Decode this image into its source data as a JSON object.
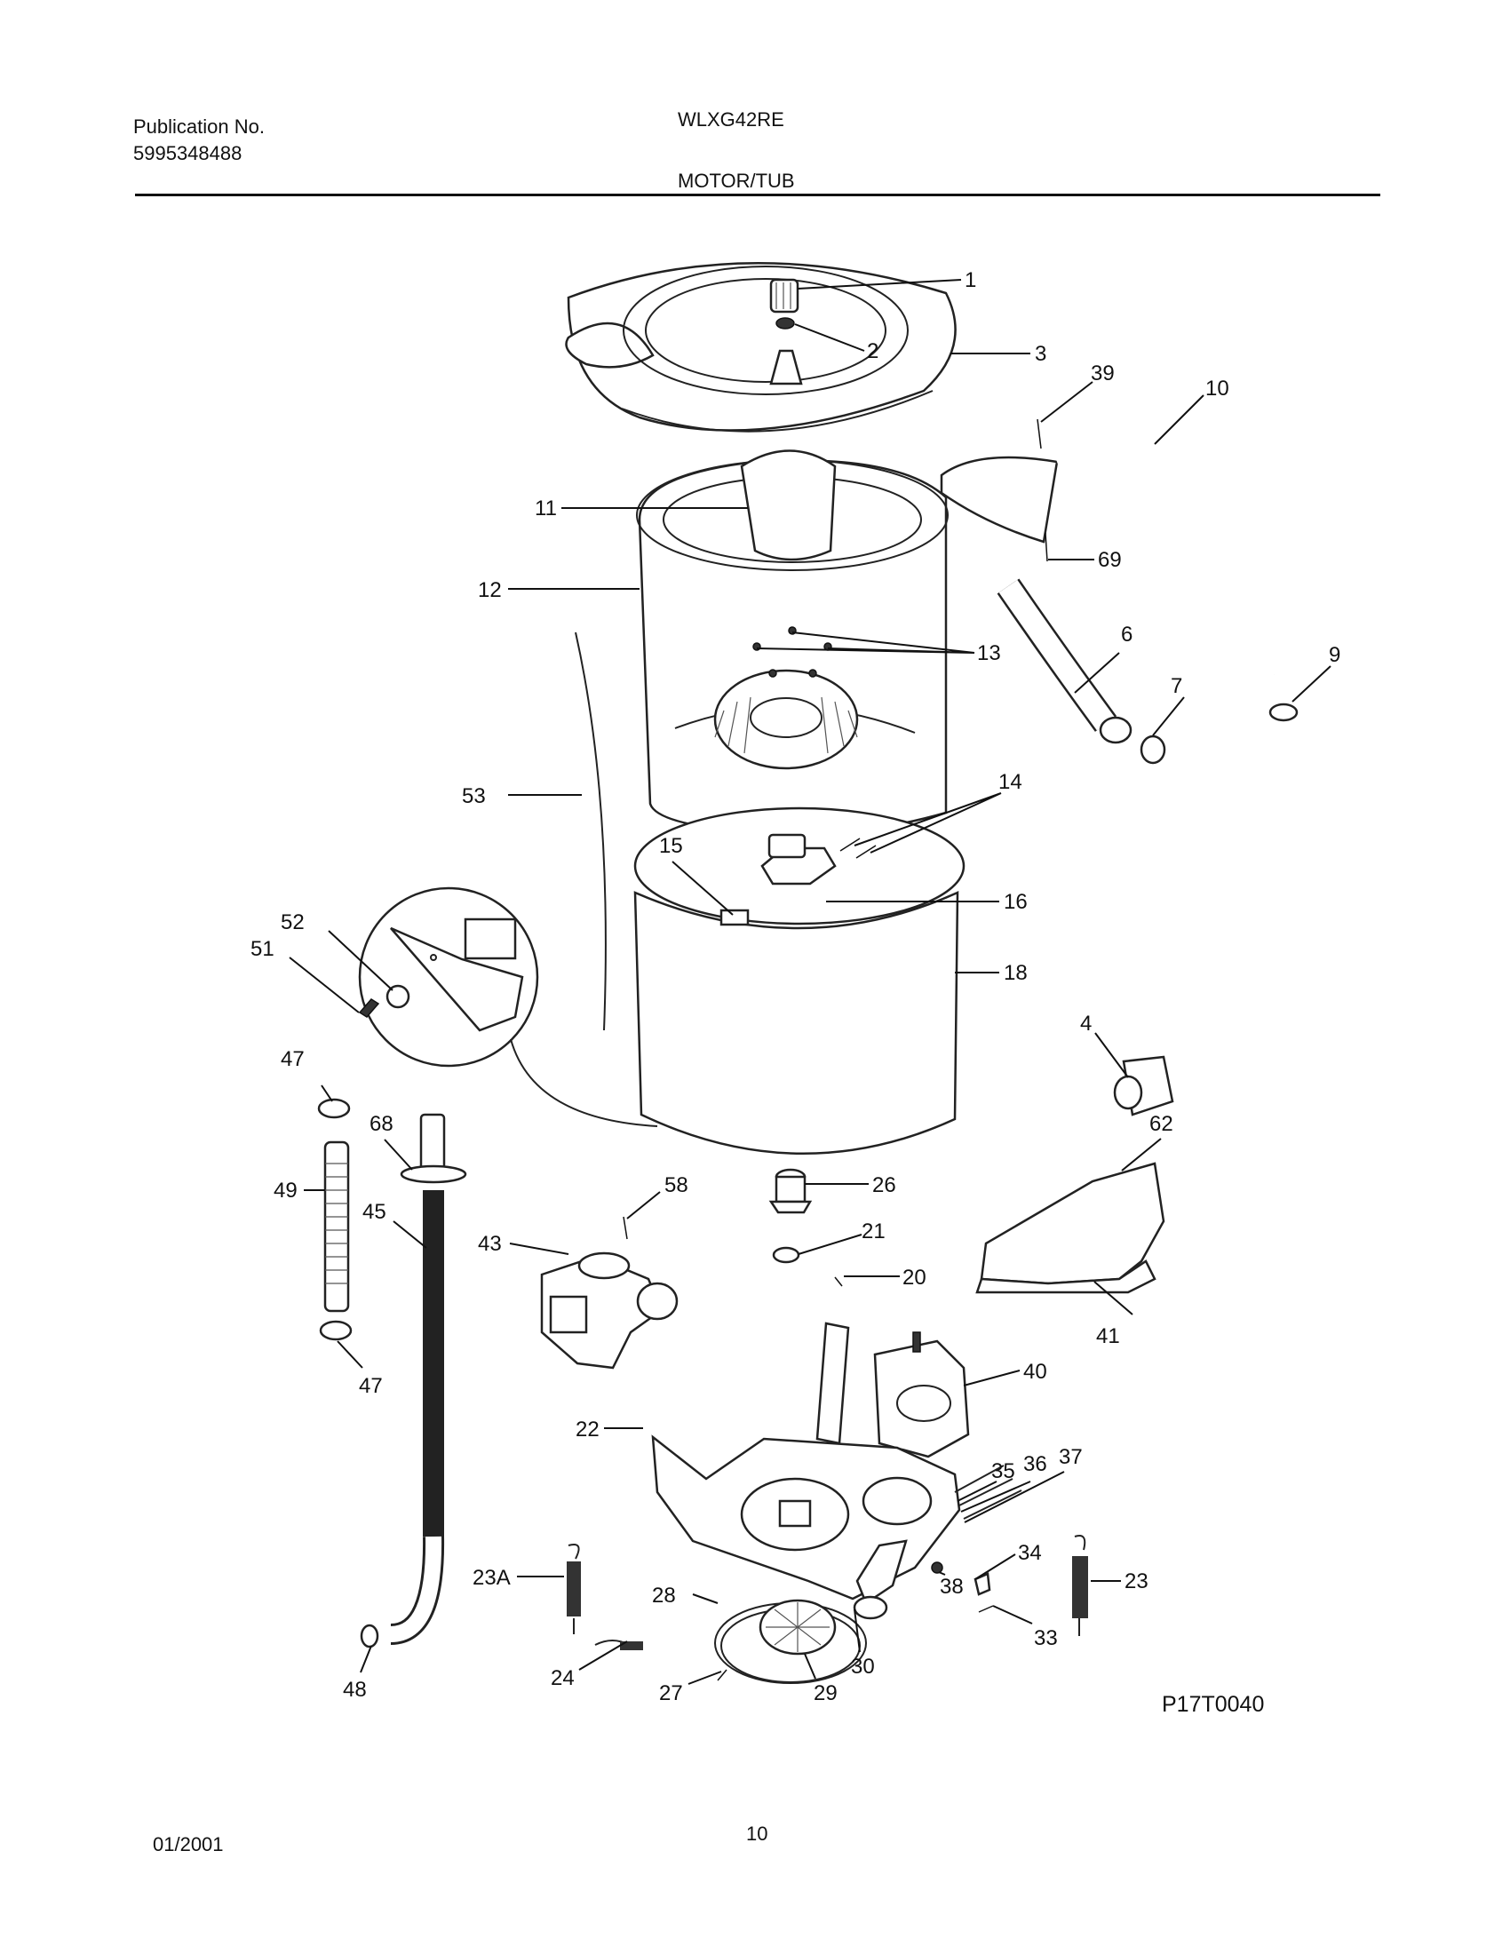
{
  "header": {
    "publication_label": "Publication No.",
    "publication_number": "5995348488",
    "model": "WLXG42RE",
    "section_title": "MOTOR/TUB"
  },
  "callouts": {
    "c1": "1",
    "c2": "2",
    "c3": "3",
    "c39": "39",
    "c10": "10",
    "c69": "69",
    "c11": "11",
    "c12": "12",
    "c13": "13",
    "c6": "6",
    "c9": "9",
    "c7": "7",
    "c14": "14",
    "c53": "53",
    "c15": "15",
    "c16": "16",
    "c52": "52",
    "c51": "51",
    "c18": "18",
    "c4": "4",
    "c47a": "47",
    "c62": "62",
    "c68": "68",
    "c58": "58",
    "c26": "26",
    "c49": "49",
    "c45": "45",
    "c21": "21",
    "c43": "43",
    "c20": "20",
    "c41": "41",
    "c47b": "47",
    "c40": "40",
    "c22": "22",
    "c35": "35",
    "c36": "36",
    "c37": "37",
    "c34": "34",
    "c23A": "23A",
    "c23": "23",
    "c28": "28",
    "c38": "38",
    "c33": "33",
    "c30": "30",
    "c48": "48",
    "c24": "24",
    "c27": "27",
    "c29": "29"
  },
  "drawing_code": "P17T0040",
  "footer": {
    "date": "01/2001",
    "page": "10"
  }
}
